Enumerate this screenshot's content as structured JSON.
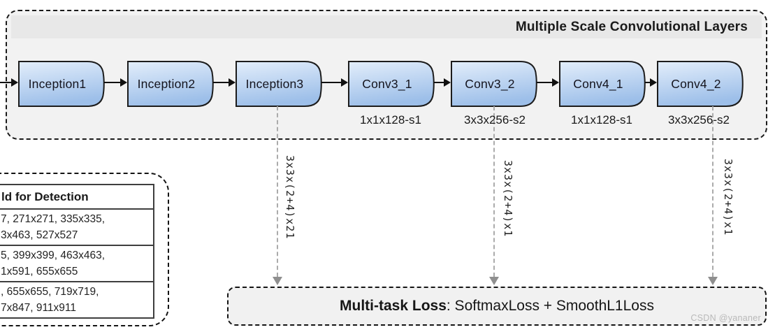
{
  "diagram": {
    "title": "Multiple Scale Convolutional Layers",
    "blocks": [
      {
        "label": "Inception1"
      },
      {
        "label": "Inception2"
      },
      {
        "label": "Inception3"
      },
      {
        "label": "Conv3_1",
        "param": "1x1x128-s1"
      },
      {
        "label": "Conv3_2",
        "param": "3x3x256-s2"
      },
      {
        "label": "Conv4_1",
        "param": "1x1x128-s1"
      },
      {
        "label": "Conv4_2",
        "param": "3x3x256-s2"
      }
    ],
    "branch_labels": [
      "3x3x(2+4)x21",
      "3x3x(2+4)x1",
      "3x3x(2+4)x1"
    ]
  },
  "table": {
    "header_fragment": "ld for Detection",
    "rows": [
      [
        "7, 271x271, 335x335,",
        "3x463, 527x527"
      ],
      [
        "5, 399x399, 463x463,",
        "1x591, 655x655"
      ],
      [
        ", 655x655, 719x719,",
        "7x847, 911x911"
      ]
    ]
  },
  "loss_box": {
    "title_bold": "Multi-task Loss",
    "detail": ": SoftmaxLoss + SmoothL1Loss"
  },
  "watermark": "CSDN @yananer",
  "colors": {
    "block_gradient_top": "#e3eefb",
    "block_gradient_bottom": "#9dbfe9",
    "panel_fill": "#f2f2f2",
    "panel_header_fill": "#e8e8e8",
    "branch_arrow_gray": "#ababab"
  }
}
